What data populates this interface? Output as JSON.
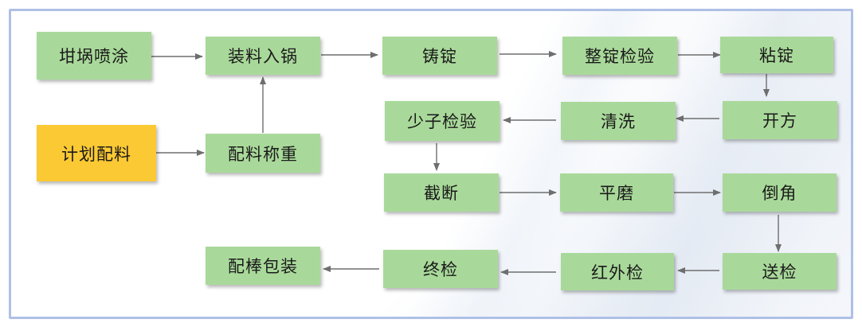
{
  "steps": {
    "crucible_spray": "坩埚喷涂",
    "plan_batch": "计划配料",
    "load_crucible": "装料入锅",
    "batch_weigh": "配料称重",
    "casting": "铸锭",
    "ingot_inspect": "整锭检验",
    "bonding": "粘锭",
    "squaring": "开方",
    "cleaning": "清洗",
    "minority_inspect": "少子检验",
    "cutting": "截断",
    "grinding": "平磨",
    "chamfering": "倒角",
    "send_inspect": "送检",
    "infrared_inspect": "红外检",
    "final_inspect": "终检",
    "rod_packaging": "配棒包装"
  },
  "colors": {
    "node": "#a9d99a",
    "highlight": "#fbc934",
    "arrow": "#6e6e6e",
    "frame_border": "#aec0e6"
  }
}
